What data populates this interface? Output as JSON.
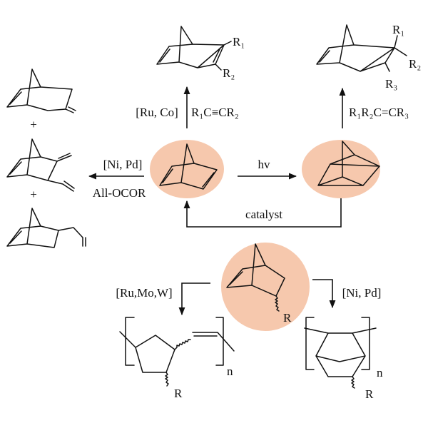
{
  "colors": {
    "highlight": "#f6c8ad",
    "line": "#111111"
  },
  "reactions": {
    "cycloaddition_catalyst": "[Ru, Co]",
    "cycloaddition_reagent": "R₁C≡CR₂",
    "alkene_reagent": "R₁R₂C=CR₃",
    "photo": "hv",
    "allyl_catalyst": "[Ni, Pd]",
    "allyl_reagent": "All-OCOR",
    "reverse": "catalyst",
    "romp_catalyst": "[Ru,Mo,W]",
    "addition_catalyst": "[Ni, Pd]"
  },
  "labels": {
    "plus": "+",
    "r1": "R₁",
    "r2": "R₂",
    "r3": "R₃",
    "r": "R",
    "n": "n"
  }
}
